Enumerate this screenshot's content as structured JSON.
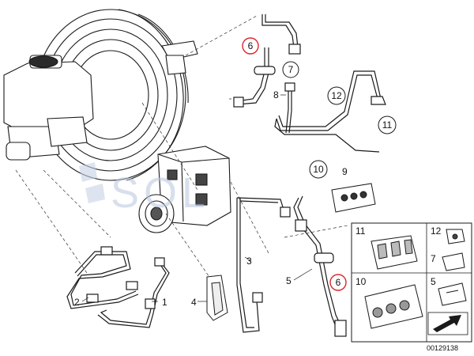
{
  "watermark": "SOL",
  "diagram_id": "00129138",
  "callouts_circled": [
    {
      "id": "c6a",
      "label": "6",
      "highlight": true
    },
    {
      "id": "c7",
      "label": "7",
      "highlight": false
    },
    {
      "id": "c12",
      "label": "12",
      "highlight": false
    },
    {
      "id": "c11",
      "label": "11",
      "highlight": false
    },
    {
      "id": "c10",
      "label": "10",
      "highlight": false
    },
    {
      "id": "c6b",
      "label": "6",
      "highlight": true
    }
  ],
  "part_labels": [
    {
      "id": "p8",
      "label": "8"
    },
    {
      "id": "p9",
      "label": "9"
    },
    {
      "id": "p3",
      "label": "3"
    },
    {
      "id": "p5",
      "label": "5"
    },
    {
      "id": "p2",
      "label": "2"
    },
    {
      "id": "p1",
      "label": "1"
    },
    {
      "id": "p4",
      "label": "4"
    }
  ],
  "inset_labels": [
    {
      "id": "i11",
      "label": "11"
    },
    {
      "id": "i12",
      "label": "12"
    },
    {
      "id": "i7",
      "label": "7"
    },
    {
      "id": "i10",
      "label": "10"
    },
    {
      "id": "i5",
      "label": "5"
    }
  ],
  "colors": {
    "line": "#1a1a1a",
    "highlight": "#d9262c",
    "watermark": "#b9c6de"
  }
}
